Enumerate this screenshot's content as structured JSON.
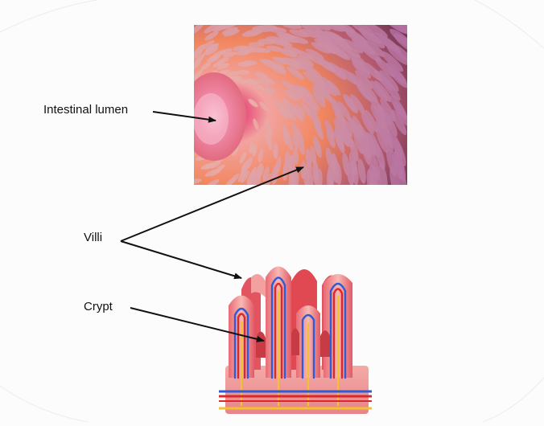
{
  "labels": {
    "lumen": "Intestinal lumen",
    "villi": "Villi",
    "crypt": "Crypt"
  },
  "colors": {
    "arrow": "#111111",
    "lumen_center": "#e8577f",
    "villi_tip": "#b46a8a",
    "tissue_pink": "#f2a0a0",
    "tissue_red": "#d9484f",
    "vessel_blue": "#2e5bd6",
    "vessel_yellow": "#f2c22e",
    "vessel_red": "#d82a2a"
  },
  "icons": {
    "photo": "intestinal-lumen-photo",
    "illustration": "intestinal-villi-cross-section-illustration"
  }
}
